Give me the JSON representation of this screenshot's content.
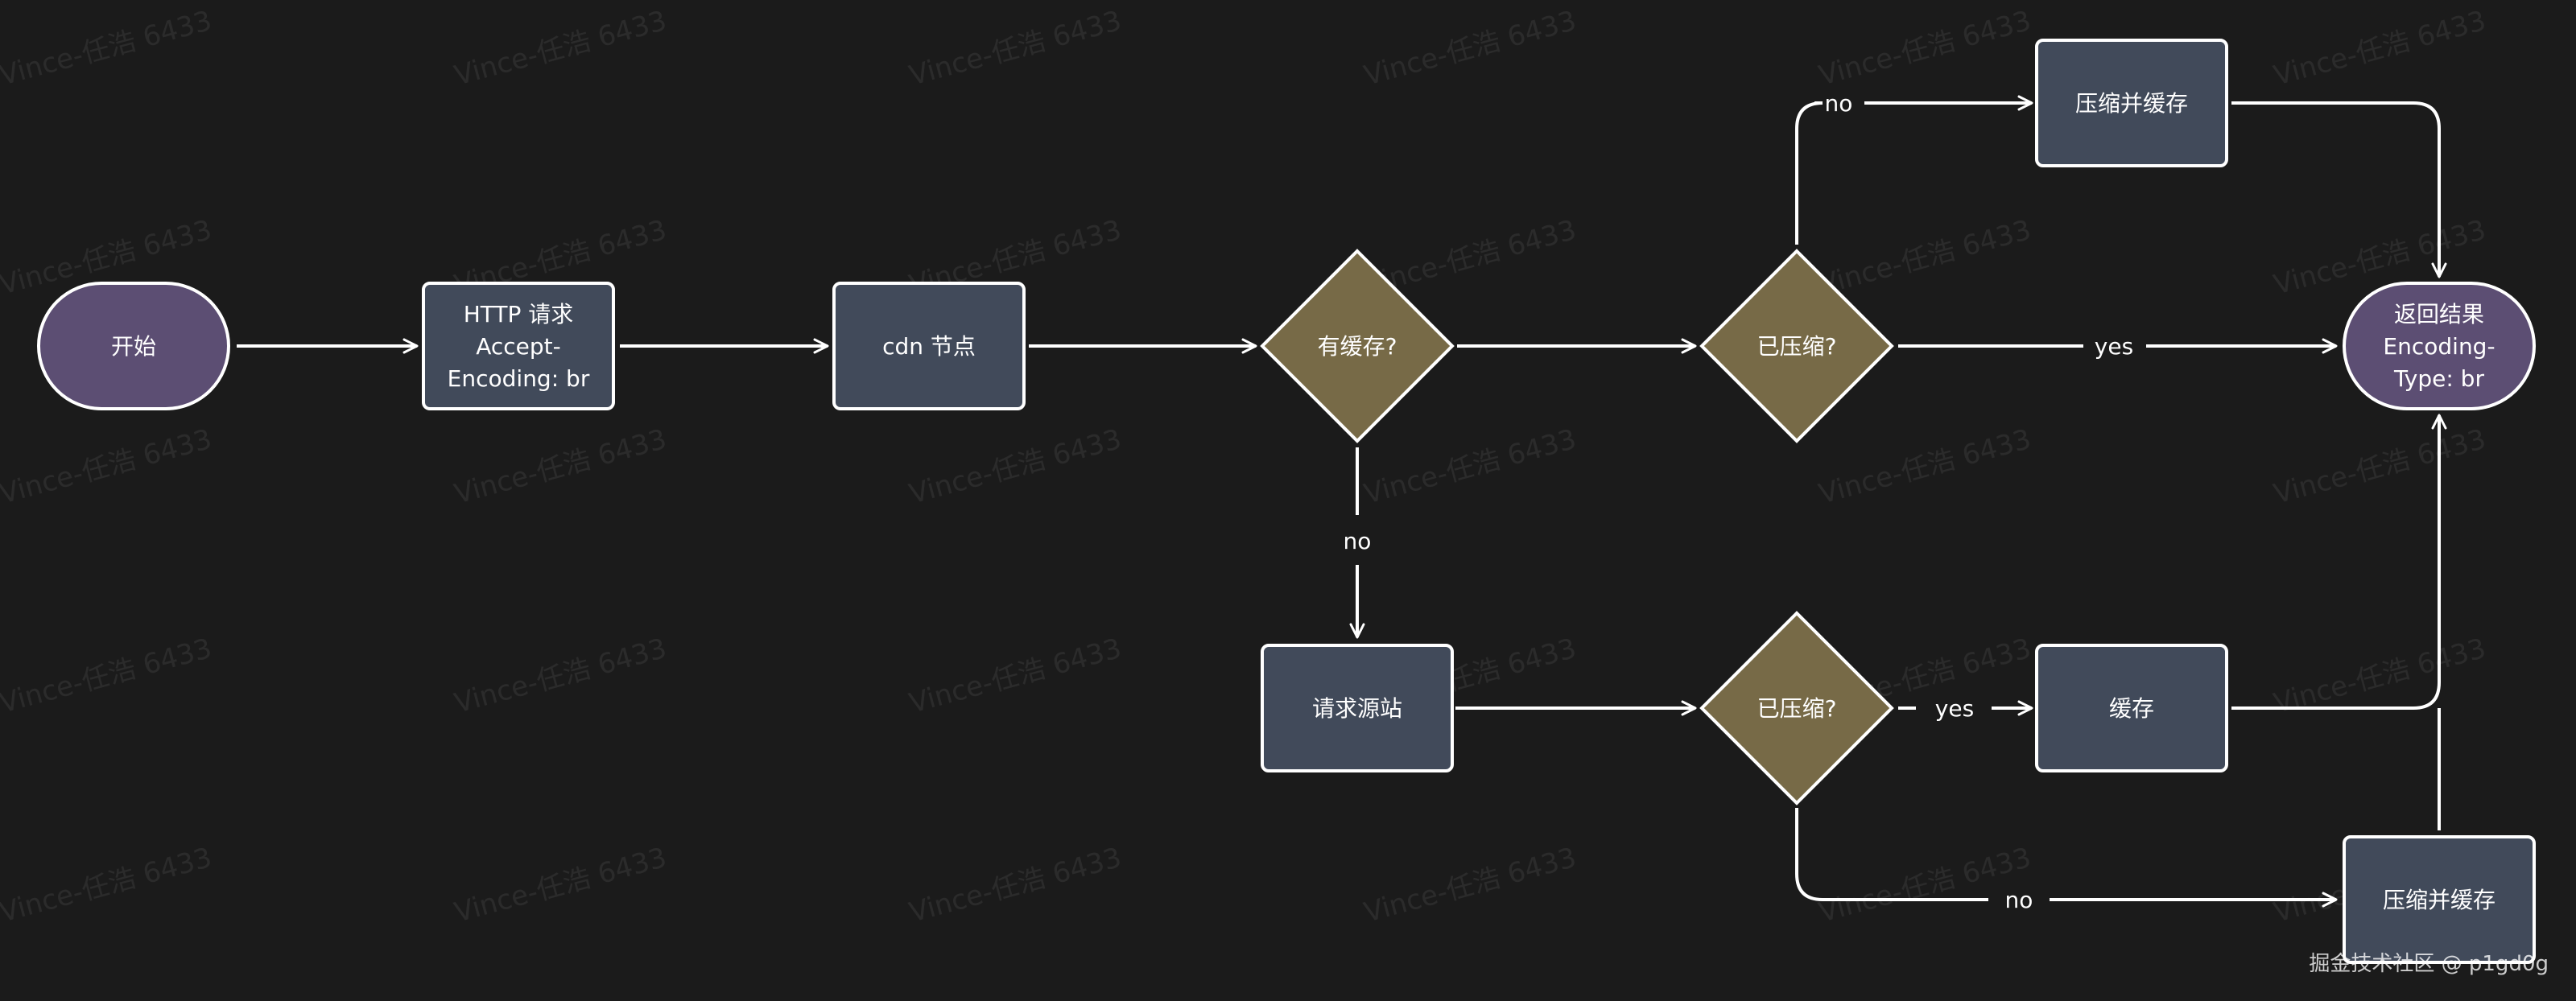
{
  "diagram": {
    "nodes": {
      "start": "开始",
      "http_request": [
        "HTTP 请求",
        "Accept-",
        "Encoding: br"
      ],
      "cdn_node": "cdn 节点",
      "has_cache": "有缓存?",
      "compressed_top": "已压缩?",
      "compress_cache_top": "压缩并缓存",
      "request_origin": "请求源站",
      "compressed_bottom": "已压缩?",
      "cache": "缓存",
      "compress_cache_bottom": "压缩并缓存",
      "return_result": [
        "返回结果",
        "Encoding-",
        "Type: br"
      ]
    },
    "edge_labels": {
      "top_no": "no",
      "top_yes": "yes",
      "has_cache_no": "no",
      "bottom_yes": "yes",
      "bottom_no": "no"
    }
  },
  "watermark": "Vince-任浩 6433",
  "credit": "掘金技术社区 @ p1gd0g",
  "colors": {
    "background": "#1b1b1b",
    "terminal_fill": "#5c4e73",
    "process_fill": "#414a5a",
    "decision_fill": "#776a47",
    "stroke": "#ffffff"
  }
}
